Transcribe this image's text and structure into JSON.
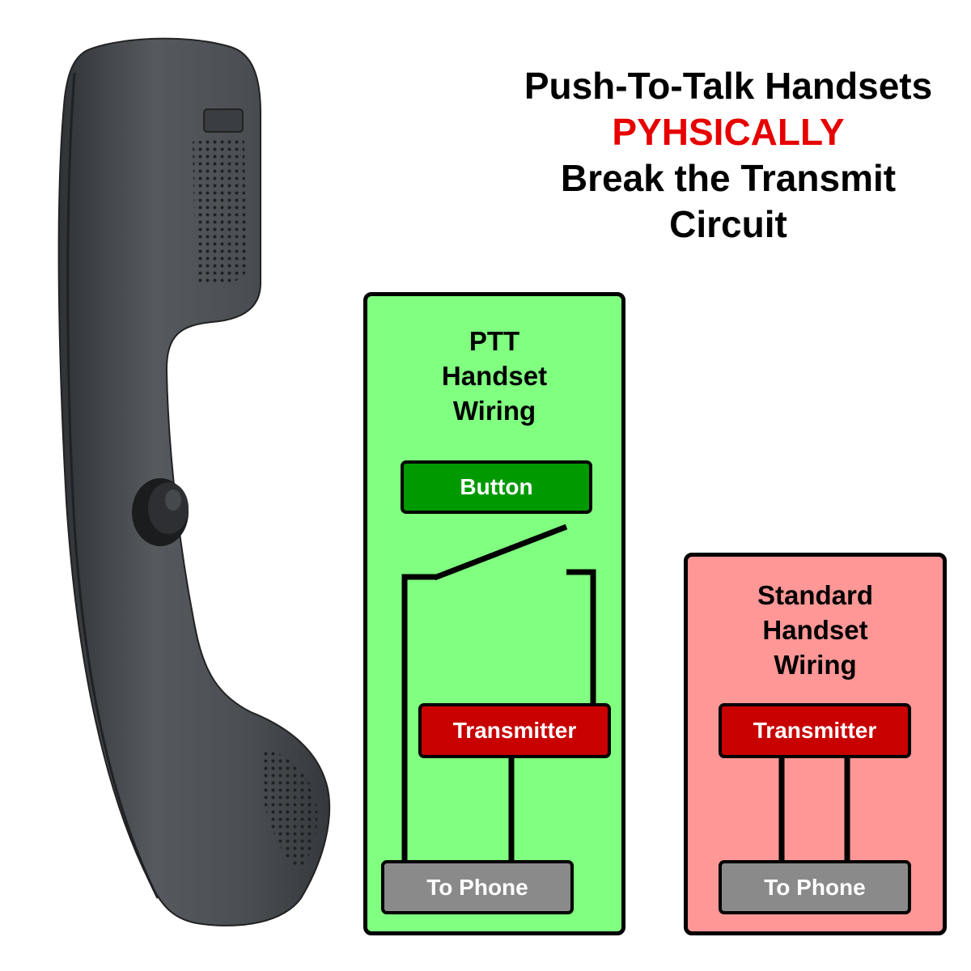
{
  "headline": {
    "line1": "Push-To-Talk Handsets",
    "line2": "PYHSICALLY",
    "line3": "Break the Transmit",
    "line4": "Circuit",
    "accent_color": "#e60000"
  },
  "ptt_panel": {
    "title_lines": [
      "PTT",
      "Handset",
      "Wiring"
    ],
    "button_label": "Button",
    "transmitter_label": "Transmitter",
    "to_phone_label": "To Phone",
    "background": "#80ff80"
  },
  "standard_panel": {
    "title_lines": [
      "Standard",
      "Handset",
      "Wiring"
    ],
    "transmitter_label": "Transmitter",
    "to_phone_label": "To Phone",
    "background": "#ff9797"
  },
  "colors": {
    "button": "#009a00",
    "transmitter": "#c80000",
    "to_phone": "#8a8a8a",
    "handset_body": "#4a4e53"
  },
  "icons": {
    "handset": "telephone-handset-icon",
    "ptt_button": "push-to-talk-button-icon"
  }
}
